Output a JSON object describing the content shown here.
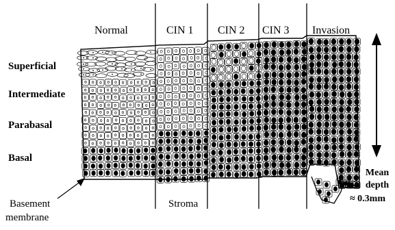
{
  "stages": [
    "Normal",
    "CIN 1",
    "CIN 2",
    "CIN 3",
    "Invasion"
  ],
  "layers": [
    "Superficial",
    "Intermediate",
    "Parabasal",
    "Basal"
  ],
  "membrane": {
    "line1": "Basement",
    "line2": "membrane"
  },
  "stroma": "Stroma",
  "depth": {
    "line1": "Mean",
    "line2": "depth",
    "line3": "≈ 0.3mm"
  }
}
